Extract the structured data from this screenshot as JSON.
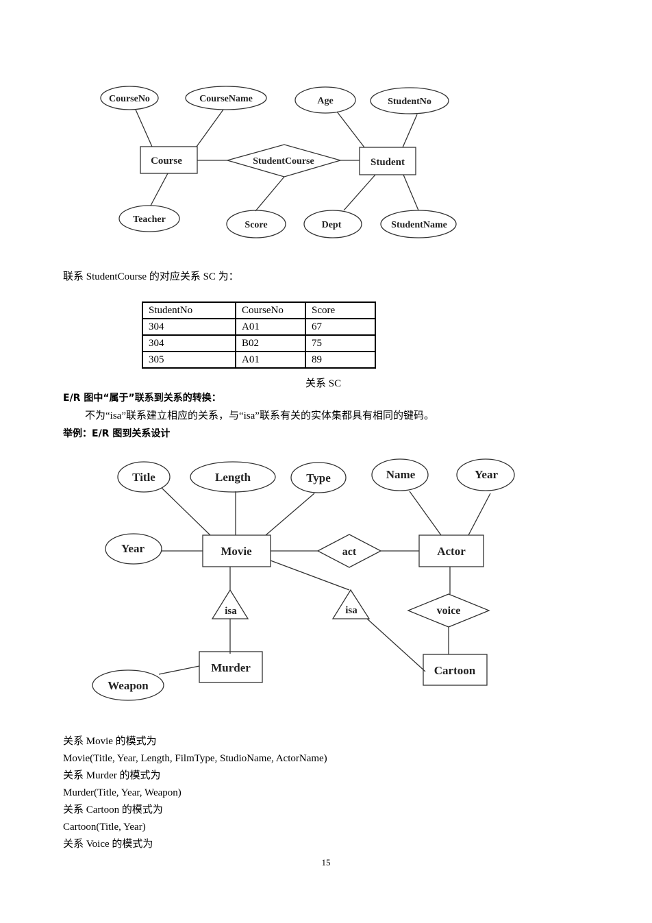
{
  "er1": {
    "course_entity": "Course",
    "student_entity": "Student",
    "relationship": "StudentCourse",
    "attr_courseno": "CourseNo",
    "attr_coursename": "CourseName",
    "attr_teacher": "Teacher",
    "attr_age": "Age",
    "attr_studentno": "StudentNo",
    "attr_dept": "Dept",
    "attr_studentname": "StudentName",
    "attr_score": "Score"
  },
  "sc_intro": "联系 StudentCourse 的对应关系 SC 为：",
  "sc_table": {
    "headers": [
      "StudentNo",
      "CourseNo",
      "Score"
    ],
    "rows": [
      [
        "304",
        "A01",
        "67"
      ],
      [
        "304",
        "B02",
        "75"
      ],
      [
        "305",
        "A01",
        "89"
      ]
    ],
    "caption": "关系  SC"
  },
  "isa_heading": "E/R 图中“属于”联系到关系的转换：",
  "isa_text": "不为“isa”联系建立相应的关系，与“isa”联系有关的实体集都具有相同的键码。",
  "example_heading": "举例：E/R 图到关系设计",
  "er2": {
    "movie_entity": "Movie",
    "actor_entity": "Actor",
    "murder_entity": "Murder",
    "cartoon_entity": "Cartoon",
    "act_rel": "act",
    "voice_rel": "voice",
    "isa_left": "isa",
    "isa_right": "isa",
    "attr_title": "Title",
    "attr_length": "Length",
    "attr_type": "Type",
    "attr_year_movie": "Year",
    "attr_name": "Name",
    "attr_year_actor": "Year",
    "attr_weapon": "Weapon"
  },
  "schemas": [
    "关系 Movie 的模式为",
    "Movie(Title, Year, Length, FilmType, StudioName, ActorName)",
    "关系 Murder 的模式为",
    "Murder(Title, Year, Weapon)",
    "关系 Cartoon 的模式为",
    "Cartoon(Title, Year)",
    "关系 Voice 的模式为"
  ],
  "page_number": "15"
}
